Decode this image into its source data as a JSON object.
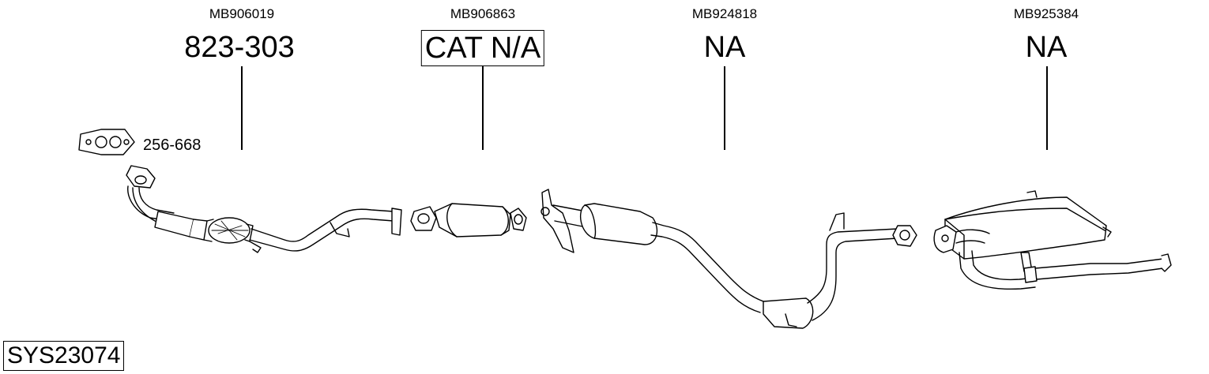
{
  "parts": [
    {
      "oem": "MB906019",
      "number": "823-303",
      "boxed": false
    },
    {
      "oem": "MB906863",
      "number": "CAT N/A",
      "boxed": true
    },
    {
      "oem": "MB924818",
      "number": "NA",
      "boxed": false
    },
    {
      "oem": "MB925384",
      "number": "NA",
      "boxed": false
    }
  ],
  "gasket": {
    "number": "256-668",
    "icon": "gasket-icon"
  },
  "system_id": "SYS23074",
  "colors": {
    "line": "#000000",
    "background": "#ffffff",
    "part_fill": "#eeeeee"
  }
}
